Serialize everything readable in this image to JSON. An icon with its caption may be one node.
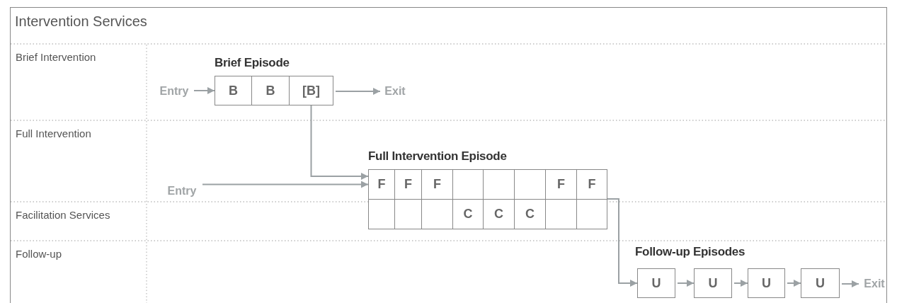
{
  "diagram": {
    "nodes": [
      {
        "text": [
          "Intervention Services"
        ]
      },
      {
        "text": [
          "Entry"
        ],
        "in": 0
      },
      {
        "text": [
          "Brief Episode"
        ],
        "in": 0
      },
      {
        "text": [
          "B"
        ],
        "in": 2
      },
      {
        "text": [
          "B"
        ],
        "in": 2
      },
      {
        "text": [
          "[B]"
        ],
        "in": 2
      },
      {
        "text": [
          "Exit"
        ],
        "in": 0
      },
      {
        "text": [
          "Entry"
        ],
        "in": 0
      },
      {
        "text": [
          "Full Intervention Episode"
        ],
        "in": 0
      },
      {
        "text": [
          "F"
        ],
        "in": 8
      },
      {
        "text": [
          "F"
        ],
        "in": 8
      },
      {
        "text": [
          "F"
        ],
        "in": 8
      },
      {
        "text": [],
        "shape": "box",
        "in": 8
      },
      {
        "text": [],
        "shape": "box",
        "in": 8
      },
      {
        "text": [],
        "shape": "box",
        "in": 8
      },
      {
        "text": [
          "F"
        ],
        "in": 8
      },
      {
        "text": [
          "F"
        ],
        "in": 8
      },
      {
        "text": [],
        "shape": "box",
        "in": 8
      },
      {
        "text": [],
        "shape": "box",
        "in": 8
      },
      {
        "text": [],
        "shape": "box",
        "in": 8
      },
      {
        "text": [
          "C"
        ],
        "in": 8
      },
      {
        "text": [
          "C"
        ],
        "in": 8
      },
      {
        "text": [
          "C"
        ],
        "in": 8
      },
      {
        "text": [],
        "shape": "box",
        "in": 8
      },
      {
        "text": [],
        "shape": "box",
        "in": 8
      },
      {
        "text": [
          "U"
        ],
        "in": 0
      },
      {
        "text": [
          "U"
        ],
        "in": 0
      },
      {
        "text": [
          "U"
        ],
        "in": 0
      },
      {
        "text": [
          "U"
        ],
        "in": 0
      },
      {
        "text": [
          "Exit"
        ],
        "in": 0
      }
    ],
    "edges": [
      {
        "from": 1,
        "to": 3,
        "arrow": "to"
      },
      {
        "from": 5,
        "to": 6,
        "arrow": "to"
      },
      {
        "from": 5,
        "to": 9,
        "arrow": "to"
      },
      {
        "from": 7,
        "to": 9,
        "arrow": "to"
      },
      {
        "from": 16,
        "to": 25,
        "arrow": "to"
      },
      {
        "from": 25,
        "to": 26,
        "arrow": "to"
      },
      {
        "from": 26,
        "to": 27,
        "arrow": "to"
      },
      {
        "from": 27,
        "to": 28,
        "arrow": "to"
      },
      {
        "from": 28,
        "to": 29,
        "arrow": "to"
      }
    ],
    "labels": [
      "Brief Intervention",
      "Full Intervention",
      "Facilitation Services",
      "Follow-up",
      "Follow-up Episodes"
    ]
  }
}
